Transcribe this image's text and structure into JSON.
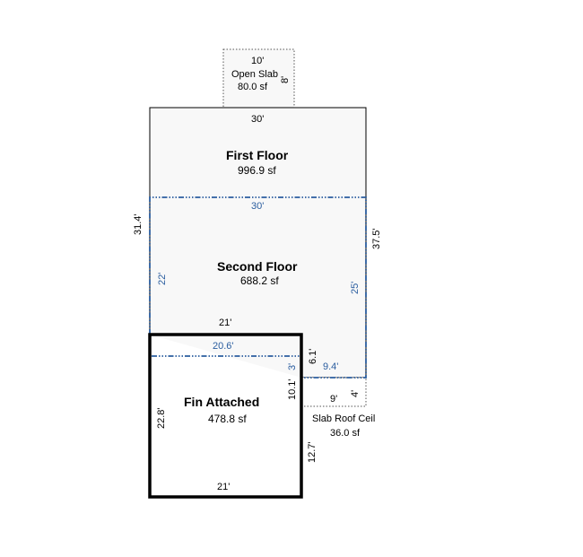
{
  "areas": {
    "open_slab": {
      "name": "Open Slab",
      "area": "80.0 sf",
      "top_dim": "10'",
      "side_dim": "8'"
    },
    "first_floor": {
      "name": "First Floor",
      "area": "996.9 sf",
      "top_dim": "30'",
      "left_dim": "31.4'",
      "right_dim": "37.5'"
    },
    "second_floor": {
      "name": "Second Floor",
      "area": "688.2 sf",
      "top_dim": "30'",
      "left_dim": "22'",
      "right_dim": "25'",
      "bottom_dim": "21'",
      "step_dim": "9.4'",
      "short_dim": "6.1'",
      "notch_dim": "3'"
    },
    "fin_attached": {
      "name": "Fin Attached",
      "area": "478.8 sf",
      "top_dim": "20.6'",
      "left_dim": "22.8'",
      "bottom_dim": "21'",
      "right_upper_dim": "10.1'",
      "right_lower_dim": "12.7'"
    },
    "slab_roof_ceil": {
      "name": "Slab Roof Ceil",
      "area": "36.0 sf",
      "top_dim": "9'",
      "side_dim": "4'"
    }
  },
  "colors": {
    "outline": "#000000",
    "second_floor_line": "#2a5d9f",
    "dotted": "#555555",
    "fill": "#f8f8f8"
  }
}
